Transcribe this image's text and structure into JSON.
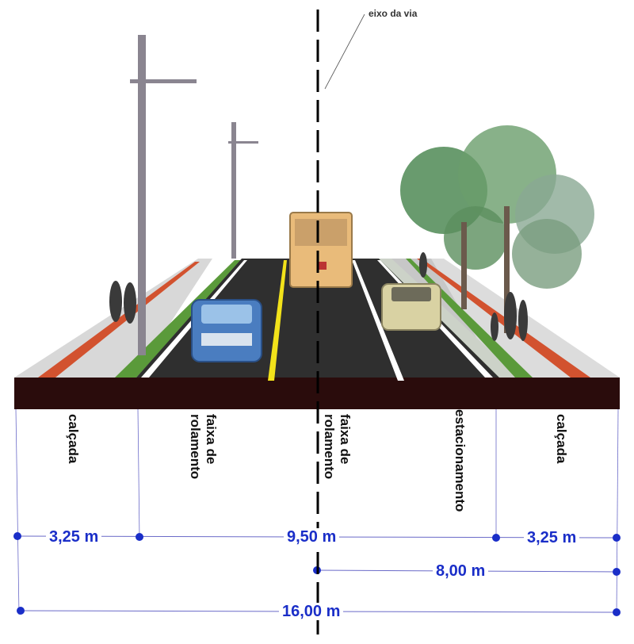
{
  "axis": {
    "label": "eixo da via"
  },
  "sections": [
    {
      "id": "calcada-left",
      "label": "calçada"
    },
    {
      "id": "faixa-left",
      "label": "faixa de\nrolamento"
    },
    {
      "id": "faixa-right",
      "label": "faixa de\nrolamento"
    },
    {
      "id": "estacionamento",
      "label": "estacionamento"
    },
    {
      "id": "calcada-right",
      "label": "calçada"
    }
  ],
  "dimensions": {
    "left_sidewalk": "3,25 m",
    "carriageway": "9,50 m",
    "right_sidewalk": "3,25 m",
    "half_right": "8,00 m",
    "total": "16,00 m"
  },
  "colors": {
    "asphalt": "#2f2f2f",
    "sidewalk": "#dcdcdc",
    "bike_lane": "#d2522f",
    "grass": "#5a9a3a",
    "earth": "#2a0c0c",
    "center_line": "#f2e21a",
    "dimension": "#1a2ec8"
  }
}
